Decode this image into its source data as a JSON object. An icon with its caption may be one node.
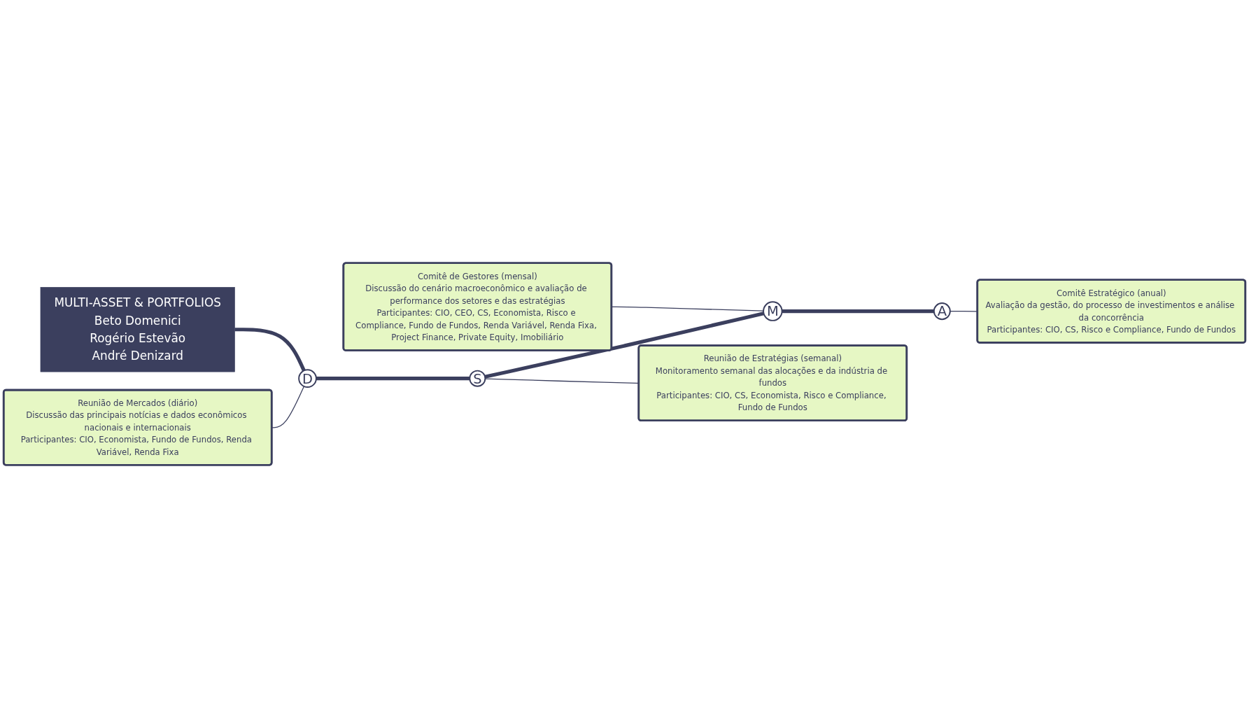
{
  "diagram": {
    "nodes": [
      {
        "text": [
          "Reunião de Mercados (diário)",
          "Discussão das principais notícias e dados econômicos nacionais e internacionais",
          "Participantes: CIO, Economista, Fundo de Fundos, Renda Variável, Renda Fixa"
        ]
      },
      {
        "text": [
          "Comitê de Gestores (mensal)",
          "Discussão do cenário macroeconômico e avaliação de performance dos setores e das estratégias",
          "Participantes: CIO, CEO, CS, Economista, Risco e Compliance, Fundo de Fundos, Renda Variável, Renda Fixa, Project Finance, Private Equity, Imobiliário"
        ]
      },
      {
        "text": [
          "MULTI-ASSET & PORTFOLIOS",
          "Beto Domenici",
          "Rogério Estevão",
          "André Denizard"
        ]
      },
      {
        "text": [
          "D"
        ]
      },
      {
        "text": [
          "S"
        ]
      },
      {
        "text": [
          "M"
        ]
      },
      {
        "text": [
          "A"
        ]
      },
      {
        "text": [
          "Reunião de Estratégias (semanal)",
          "Monitoramento semanal das alocações e da indústria de fundos",
          "Participantes: CIO, CS, Economista, Risco e Compliance, Fundo de Fundos"
        ]
      },
      {
        "text": [
          "Comitê Estratégico (anual)",
          "Avaliação da gestão, do processo de investimentos e análise da concorrência",
          "Participantes: CIO, CS, Risco e Compliance, Fundo de Fundos"
        ]
      }
    ],
    "edges": [
      {
        "from": 2,
        "to": 3,
        "arrow": "none",
        "style": "thick"
      },
      {
        "from": 3,
        "to": 4,
        "arrow": "none",
        "style": "thick"
      },
      {
        "from": 4,
        "to": 5,
        "arrow": "none",
        "style": "thick"
      },
      {
        "from": 5,
        "to": 6,
        "arrow": "none",
        "style": "thick"
      },
      {
        "from": 0,
        "to": 3,
        "arrow": "none"
      },
      {
        "from": 1,
        "to": 5,
        "arrow": "none"
      },
      {
        "from": 4,
        "to": 7,
        "arrow": "none"
      },
      {
        "from": 6,
        "to": 8,
        "arrow": "none"
      }
    ]
  }
}
